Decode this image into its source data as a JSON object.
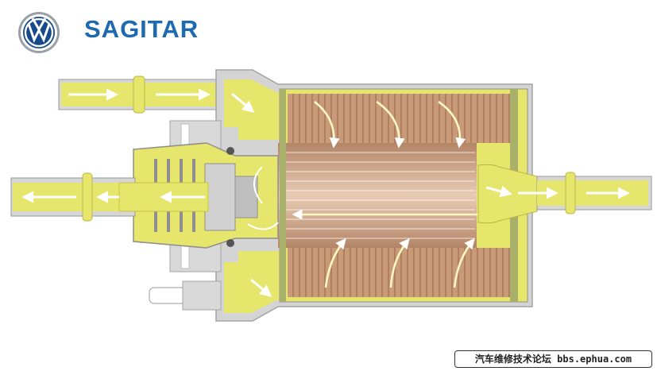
{
  "brand": {
    "name": "SAGITAR",
    "logo_icon": "volkswagen-logo-icon",
    "color": "#1d6ab1"
  },
  "diagram": {
    "subject": "fuel-filter-with-pressure-regulator-cross-section",
    "colors": {
      "fuel": "#e5e46a",
      "fuel_dark": "#c9c848",
      "housing": "#d3d3d3",
      "filter_element": "#c99a78",
      "filter_dark": "#a9775a",
      "spring": "#9a9a9a"
    }
  },
  "watermark": {
    "text": "汽车维修技术论坛 bbs.ephua.com"
  }
}
